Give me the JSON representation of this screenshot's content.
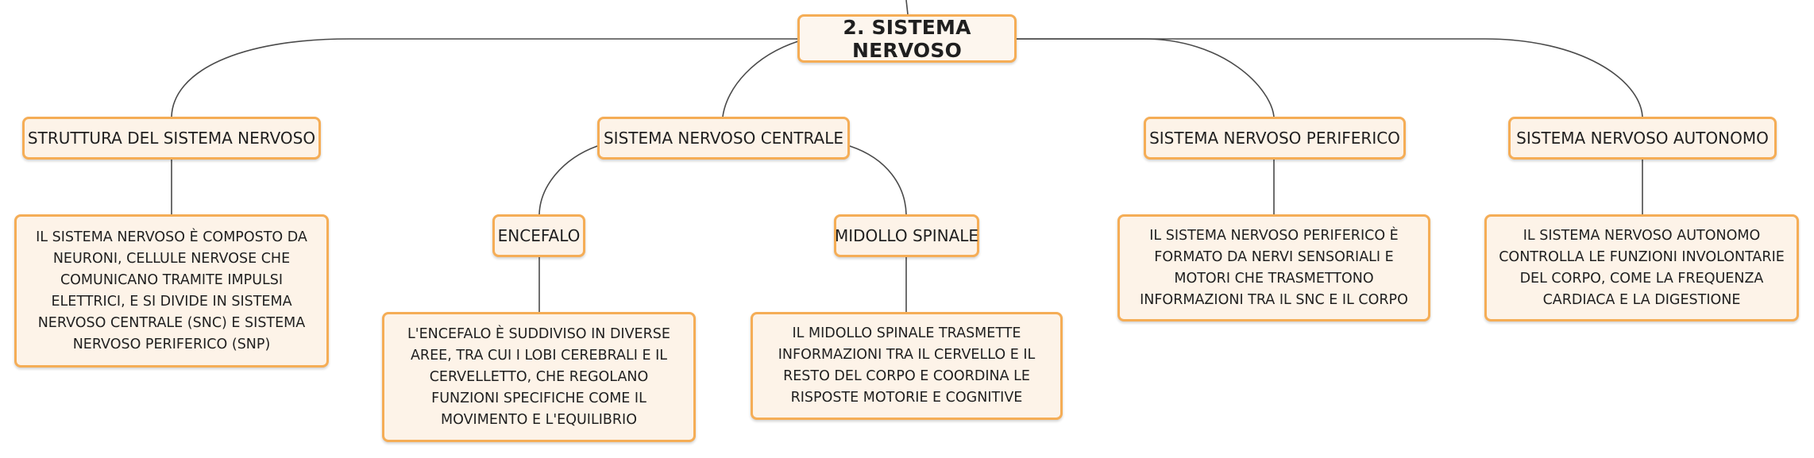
{
  "colors": {
    "node_border": "#f5ad56",
    "node_fill": "#fdf3e8",
    "connector": "#4a4a4a",
    "text": "#1f1f1f"
  },
  "root": {
    "label": "2. SISTEMA NERVOSO"
  },
  "branches": [
    {
      "label": "STRUTTURA DEL SISTEMA NERVOSO",
      "detail": "IL SISTEMA NERVOSO È COMPOSTO DA NEURONI, CELLULE NERVOSE CHE COMUNICANO TRAMITE IMPULSI ELETTRICI, E SI DIVIDE IN SISTEMA NERVOSO CENTRALE (SNC) E SISTEMA NERVOSO PERIFERICO (SNP)"
    },
    {
      "label": "SISTEMA NERVOSO CENTRALE",
      "children": [
        {
          "label": "ENCEFALO",
          "detail": "L'ENCEFALO È SUDDIVISO IN DIVERSE AREE, TRA CUI I LOBI CEREBRALI E IL CERVELLETTO, CHE REGOLANO FUNZIONI SPECIFICHE COME IL MOVIMENTO E L'EQUILIBRIO"
        },
        {
          "label": "MIDOLLO SPINALE",
          "detail": "IL MIDOLLO SPINALE TRASMETTE INFORMAZIONI TRA IL CERVELLO E IL RESTO DEL CORPO E COORDINA LE RISPOSTE MOTORIE E COGNITIVE"
        }
      ]
    },
    {
      "label": "SISTEMA NERVOSO PERIFERICO",
      "detail": "IL SISTEMA NERVOSO PERIFERICO È FORMATO DA NERVI SENSORIALI E MOTORI CHE TRASMETTONO INFORMAZIONI TRA IL SNC E IL CORPO"
    },
    {
      "label": "SISTEMA NERVOSO AUTONOMO",
      "detail": "IL SISTEMA NERVOSO AUTONOMO CONTROLLA LE FUNZIONI INVOLONTARIE DEL CORPO, COME LA FREQUENZA CARDIACA E LA DIGESTIONE"
    }
  ]
}
